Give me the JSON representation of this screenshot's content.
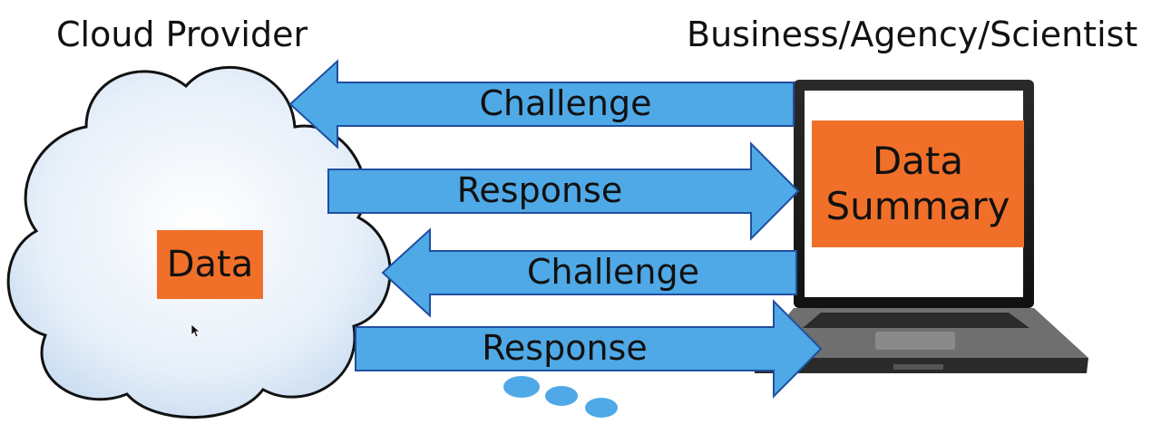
{
  "headings": {
    "cloud_provider": "Cloud Provider",
    "client": "Business/Agency/Scientist"
  },
  "cloud": {
    "data_label": "Data"
  },
  "laptop": {
    "summary_line1": "Data",
    "summary_line2": "Summary"
  },
  "arrows": [
    {
      "label": "Challenge",
      "direction": "left"
    },
    {
      "label": "Response",
      "direction": "right"
    },
    {
      "label": "Challenge",
      "direction": "left"
    },
    {
      "label": "Response",
      "direction": "right"
    }
  ],
  "colors": {
    "arrow_fill": "#4fa9e6",
    "arrow_stroke": "#1f4fa0",
    "box_fill": "#f07029",
    "cloud_fill": "#e4eef8",
    "thought_dots": "#4fa9e6"
  }
}
